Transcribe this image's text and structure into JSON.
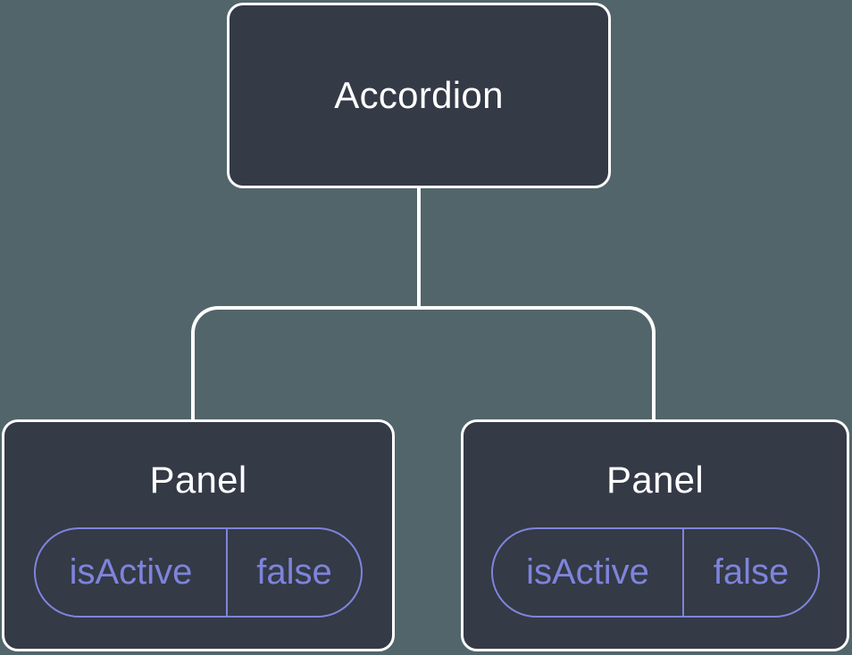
{
  "diagram": {
    "type": "component-tree",
    "colors": {
      "background": "#52656B",
      "node_fill": "#343A46",
      "line": "#FFFFFF",
      "accent": "#7E84DB"
    },
    "root": {
      "label": "Accordion"
    },
    "children": [
      {
        "label": "Panel",
        "state": {
          "key": "isActive",
          "value": "false"
        }
      },
      {
        "label": "Panel",
        "state": {
          "key": "isActive",
          "value": "false"
        }
      }
    ]
  }
}
